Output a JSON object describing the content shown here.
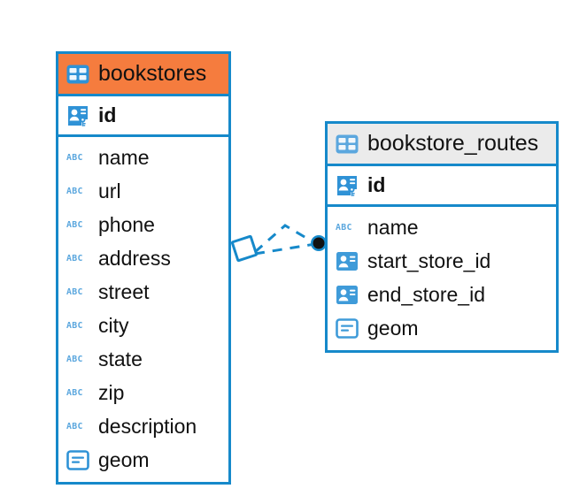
{
  "diagram": {
    "type": "entity-relationship-diagram",
    "background_color": "#FFFFFF",
    "accent_color": "#1689CA",
    "highlight_color": "#F57C3E",
    "plain_header_color": "#EBEBEB",
    "text_color": "#111111"
  },
  "entities": [
    {
      "id": "bookstores",
      "name": "bookstores",
      "header_style": "accent",
      "header_icon": "table-icon",
      "primary_key": {
        "name": "id",
        "icon": "primary-key-icon"
      },
      "fields": [
        {
          "name": "name",
          "icon": "abc-text-icon"
        },
        {
          "name": "url",
          "icon": "abc-text-icon"
        },
        {
          "name": "phone",
          "icon": "abc-text-icon"
        },
        {
          "name": "address",
          "icon": "abc-text-icon"
        },
        {
          "name": "street",
          "icon": "abc-text-icon"
        },
        {
          "name": "city",
          "icon": "abc-text-icon"
        },
        {
          "name": "state",
          "icon": "abc-text-icon"
        },
        {
          "name": "zip",
          "icon": "abc-text-icon"
        },
        {
          "name": "description",
          "icon": "abc-text-icon"
        },
        {
          "name": "geom",
          "icon": "geometry-icon"
        }
      ]
    },
    {
      "id": "bookstore_routes",
      "name": "bookstore_routes",
      "header_style": "plain",
      "header_icon": "table-icon",
      "primary_key": {
        "name": "id",
        "icon": "primary-key-icon"
      },
      "fields": [
        {
          "name": "name",
          "icon": "abc-text-icon"
        },
        {
          "name": "start_store_id",
          "icon": "foreign-key-icon"
        },
        {
          "name": "end_store_id",
          "icon": "foreign-key-icon"
        },
        {
          "name": "geom",
          "icon": "geometry-icon"
        }
      ]
    }
  ],
  "relationship": {
    "style": "dashed",
    "color": "#1689CA",
    "source_entity": "bookstores",
    "target_entity": "bookstore_routes",
    "source_marker": "diamond-endpoint",
    "target_marker": "filled-circle-endpoint",
    "link_count": 2
  }
}
